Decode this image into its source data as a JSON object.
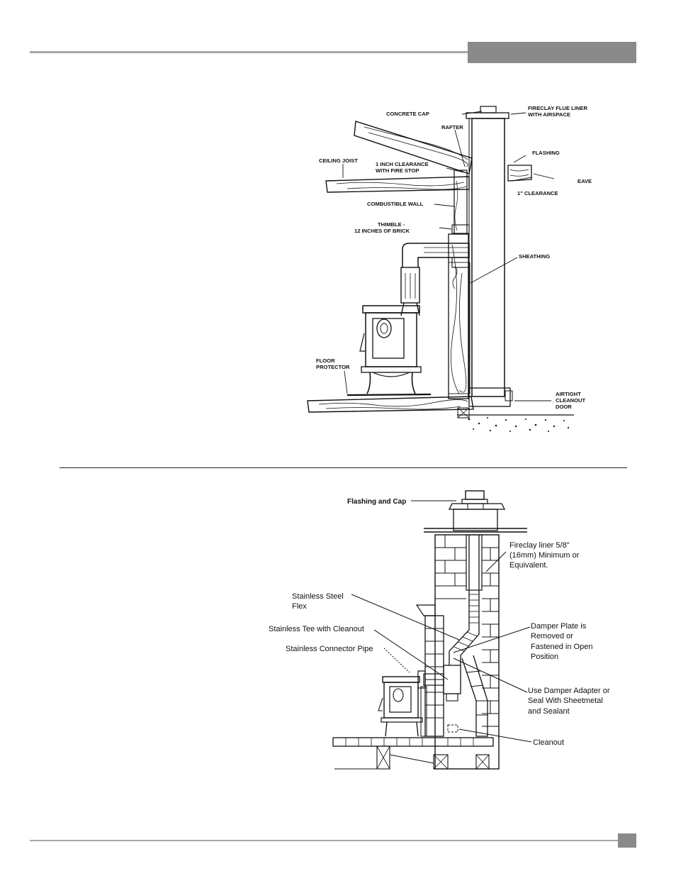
{
  "figure1": {
    "labels": {
      "concrete_cap": "CONCRETE CAP",
      "flue_liner_1": "FIRECLAY FLUE LINER",
      "flue_liner_2": "WITH AIRSPACE",
      "rafter": "RAFTER",
      "flashing": "FLASHING",
      "ceiling_joist": "CEILING JOIST",
      "clearance_1": "1 INCH CLEARANCE",
      "clearance_2": "WITH FIRE STOP",
      "eave": "EAVE",
      "clearance_eave": "1\" CLEARANCE",
      "combustible_wall": "COMBUSTIBLE WALL",
      "thimble_1": "THIMBLE -",
      "thimble_2": "12 INCHES OF BRICK",
      "sheathing": "SHEATHING",
      "floor_protector_1": "FLOOR",
      "floor_protector_2": "PROTECTOR",
      "cleanout_1": "AIRTIGHT",
      "cleanout_2": "CLEANOUT",
      "cleanout_3": "DOOR"
    }
  },
  "figure2": {
    "labels": {
      "flashing_cap": "Flashing and Cap",
      "fireclay_1": "Fireclay liner 5/8\"",
      "fireclay_2": "(16mm) Minimum or",
      "fireclay_3": "Equivalent.",
      "ss_flex_1": "Stainless Steel",
      "ss_flex_2": "Flex",
      "ss_tee": "Stainless Tee with Cleanout",
      "ss_connector": "Stainless Connector Pipe",
      "damper_1": "Damper Plate is",
      "damper_2": "Removed or",
      "damper_3": "Fastened in Open",
      "damper_4": "Position",
      "adapter_1": "Use Damper Adapter or",
      "adapter_2": "Seal With Sheetmetal",
      "adapter_3": "and Sealant",
      "cleanout": "Cleanout"
    }
  }
}
